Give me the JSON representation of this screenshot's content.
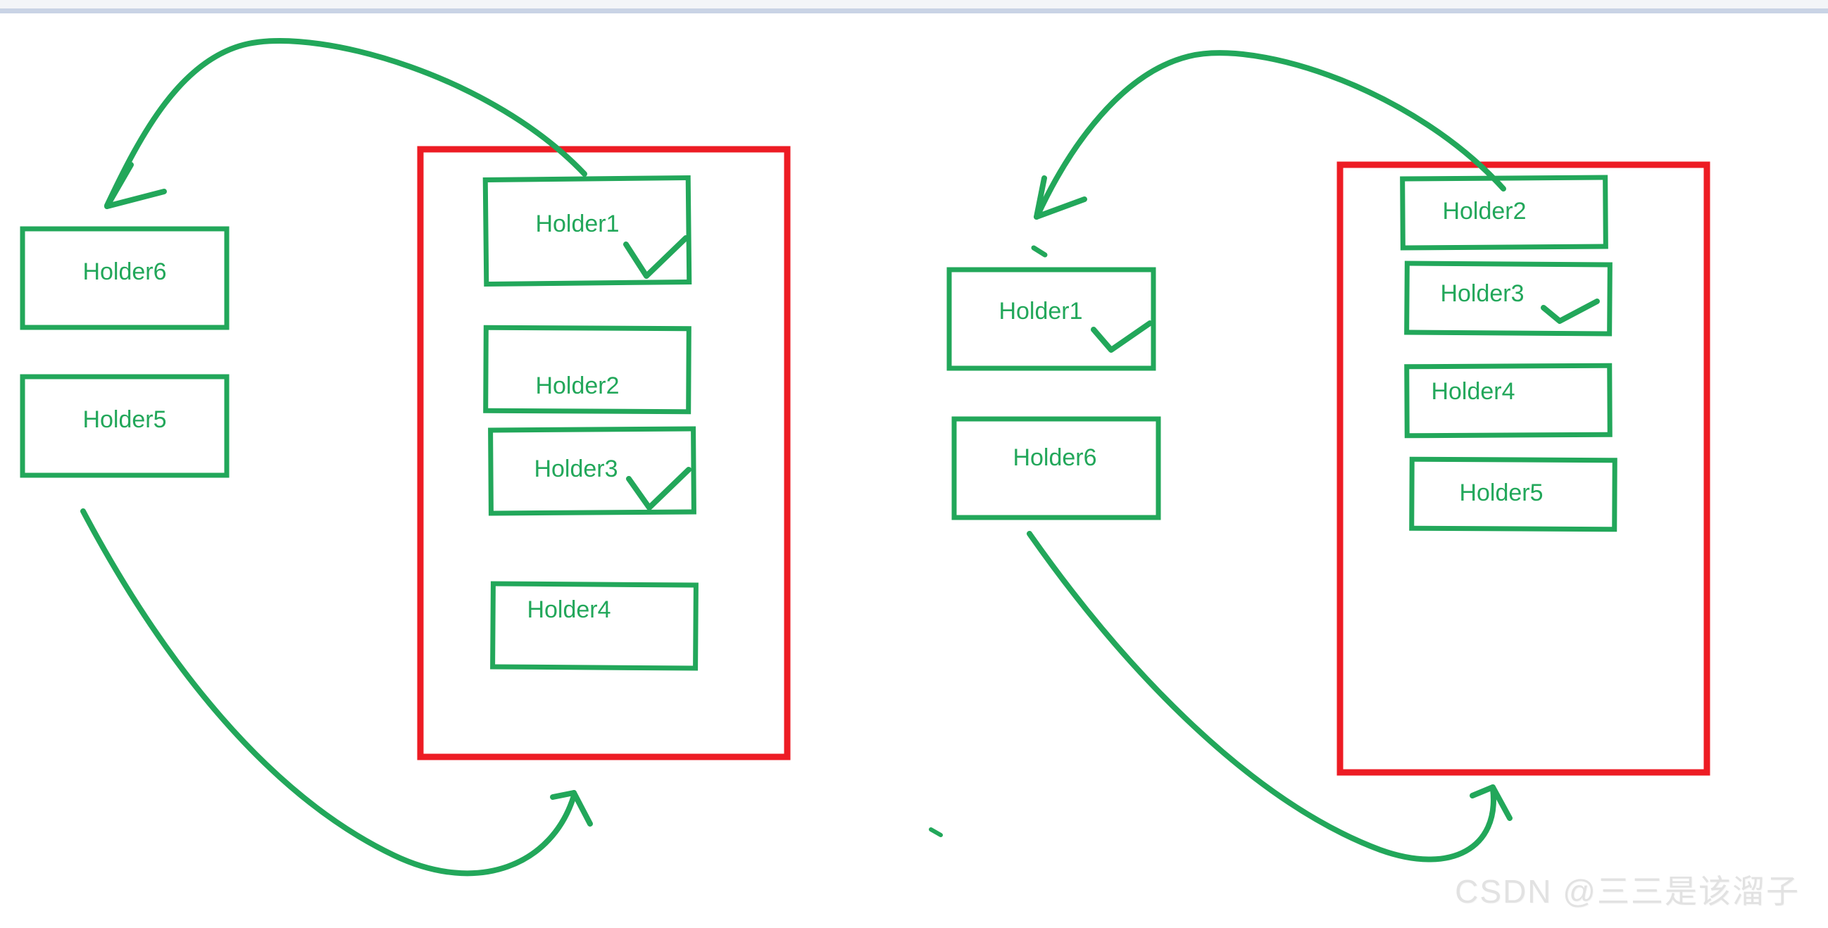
{
  "page": {
    "title": "RecyclerView ViewHolder recycle diagram",
    "background_color": "#ffffff",
    "top_strip_color": "#f3f5f8",
    "top_rule_color": "#c9d3e5"
  },
  "colors": {
    "green": "#22a75a",
    "red": "#ed1c24",
    "label_green": "#22a75a",
    "watermark_gray": "#e2e2e2"
  },
  "watermark": {
    "text": "CSDN @三三是该溜子"
  },
  "panels": [
    {
      "id": "left-panel",
      "name": "scroll-down-state",
      "outside_holders": [
        {
          "id": "L-out-1",
          "label": "Holder6",
          "checked": false
        },
        {
          "id": "L-out-2",
          "label": "Holder5",
          "checked": false
        }
      ],
      "recycler_holders": [
        {
          "id": "L-in-1",
          "label": "Holder1",
          "checked": true
        },
        {
          "id": "L-in-2",
          "label": "Holder2",
          "checked": false
        },
        {
          "id": "L-in-3",
          "label": "Holder3",
          "checked": true
        },
        {
          "id": "L-in-4",
          "label": "Holder4",
          "checked": false
        }
      ],
      "arrows": [
        {
          "id": "L-arrow-top",
          "from": "recycler-top",
          "to": "outside-top",
          "direction": "down-left"
        },
        {
          "id": "L-arrow-bottom",
          "from": "outside-bottom",
          "to": "recycler-bottom",
          "direction": "up-right"
        }
      ]
    },
    {
      "id": "right-panel",
      "name": "scroll-down-next-state",
      "outside_holders": [
        {
          "id": "R-out-1",
          "label": "Holder1",
          "checked": true
        },
        {
          "id": "R-out-2",
          "label": "Holder6",
          "checked": false
        }
      ],
      "recycler_holders": [
        {
          "id": "R-in-1",
          "label": "Holder2",
          "checked": false
        },
        {
          "id": "R-in-2",
          "label": "Holder3",
          "checked": true
        },
        {
          "id": "R-in-3",
          "label": "Holder4",
          "checked": false
        },
        {
          "id": "R-in-4",
          "label": "Holder5",
          "checked": false
        }
      ],
      "arrows": [
        {
          "id": "R-arrow-top",
          "from": "recycler-top",
          "to": "outside-top",
          "direction": "down-left"
        },
        {
          "id": "R-arrow-bottom",
          "from": "outside-bottom",
          "to": "recycler-bottom",
          "direction": "up-right"
        }
      ]
    }
  ]
}
